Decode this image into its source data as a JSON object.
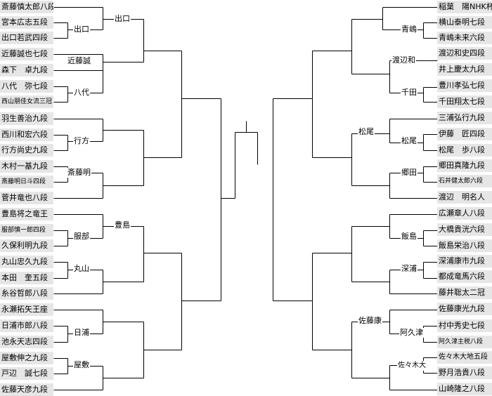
{
  "left_players": [
    "斎藤慎太郎八段",
    "宮本広志五段",
    "出口若武四段",
    "近藤誠也七段",
    "森下　卓九段",
    "八代　弥七段",
    "西山朋佳女流三冠",
    "羽生善治九段",
    "西川和宏六段",
    "行方尚史九段",
    "木村一基九段",
    "斎藤明日斗四段",
    "菅井竜也八段",
    "豊島将之竜王",
    "服部慎一郎四段",
    "久保利明九段",
    "丸山忠久九段",
    "本田　奎五段",
    "糸谷哲郎八段",
    "永瀬拓矢王座",
    "日浦市郎八段",
    "池永天志四段",
    "屋敷伸之九段",
    "戸辺　誠七段",
    "佐藤天彦九段"
  ],
  "right_players": [
    "稲葉　陽NHK杯",
    "横山泰明七段",
    "青嶋未来六段",
    "渡辺和史四段",
    "井上慶太九段",
    "豊川孝弘七段",
    "千田翔太七段",
    "三浦弘行九段",
    "伊藤　匠四段",
    "松尾　歩八段",
    "郷田真隆九段",
    "石井健太郎六段",
    "渡辺　明名人",
    "広瀬章人八段",
    "大橋貴洸六段",
    "飯島栄治八段",
    "深浦康市九段",
    "都成竜馬六段",
    "藤井聡太二冠",
    "佐藤康光九段",
    "村中秀史七段",
    "阿久津主税八段",
    "佐々木大地五段",
    "野月浩貴八段",
    "山崎隆之八段"
  ],
  "left_winners_r1": [
    "出口",
    "近藤誠",
    "八代",
    "行方",
    "斎藤明",
    "服部",
    "丸山",
    "日浦",
    "屋敷"
  ],
  "left_winners_r2": [
    "出口",
    "豊島"
  ],
  "right_winners_r1": [
    "青嶋",
    "渡辺和",
    "千田",
    "松尾",
    "郷田",
    "飯島",
    "深浦",
    "阿久津",
    "佐々木大"
  ],
  "right_winners_r2": [
    "松尾",
    "佐藤康"
  ]
}
